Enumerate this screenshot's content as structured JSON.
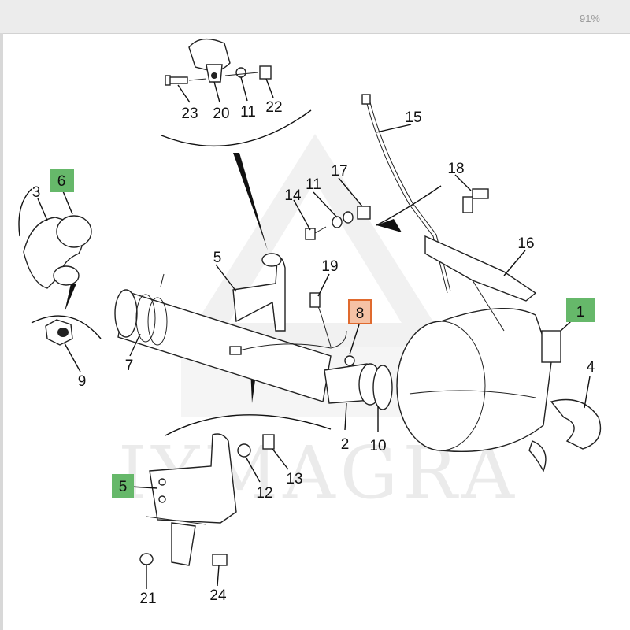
{
  "viewer": {
    "zoom_text": "91%"
  },
  "watermark": {
    "text": "IYMAGRA"
  },
  "colors": {
    "highlight_green": "#66b86a",
    "highlight_orange": "#f2a07b",
    "highlight_orange_border": "#e06a2e"
  },
  "callouts": [
    {
      "id": "c1",
      "label": "1",
      "highlight": "green"
    },
    {
      "id": "c2",
      "label": "2",
      "highlight": "none"
    },
    {
      "id": "c3",
      "label": "3",
      "highlight": "none"
    },
    {
      "id": "c4",
      "label": "4",
      "highlight": "none"
    },
    {
      "id": "c5a",
      "label": "5",
      "highlight": "none"
    },
    {
      "id": "c5b",
      "label": "5",
      "highlight": "green"
    },
    {
      "id": "c6",
      "label": "6",
      "highlight": "green"
    },
    {
      "id": "c7",
      "label": "7",
      "highlight": "none"
    },
    {
      "id": "c8",
      "label": "8",
      "highlight": "orange"
    },
    {
      "id": "c9",
      "label": "9",
      "highlight": "none"
    },
    {
      "id": "c10",
      "label": "10",
      "highlight": "none"
    },
    {
      "id": "c11a",
      "label": "11",
      "highlight": "none"
    },
    {
      "id": "c11b",
      "label": "11",
      "highlight": "none"
    },
    {
      "id": "c12",
      "label": "12",
      "highlight": "none"
    },
    {
      "id": "c13",
      "label": "13",
      "highlight": "none"
    },
    {
      "id": "c14",
      "label": "14",
      "highlight": "none"
    },
    {
      "id": "c15",
      "label": "15",
      "highlight": "none"
    },
    {
      "id": "c16",
      "label": "16",
      "highlight": "none"
    },
    {
      "id": "c17",
      "label": "17",
      "highlight": "none"
    },
    {
      "id": "c18",
      "label": "18",
      "highlight": "none"
    },
    {
      "id": "c19",
      "label": "19",
      "highlight": "none"
    },
    {
      "id": "c20",
      "label": "20",
      "highlight": "none"
    },
    {
      "id": "c21",
      "label": "21",
      "highlight": "none"
    },
    {
      "id": "c22",
      "label": "22",
      "highlight": "none"
    },
    {
      "id": "c23",
      "label": "23",
      "highlight": "none"
    },
    {
      "id": "c24",
      "label": "24",
      "highlight": "none"
    }
  ]
}
